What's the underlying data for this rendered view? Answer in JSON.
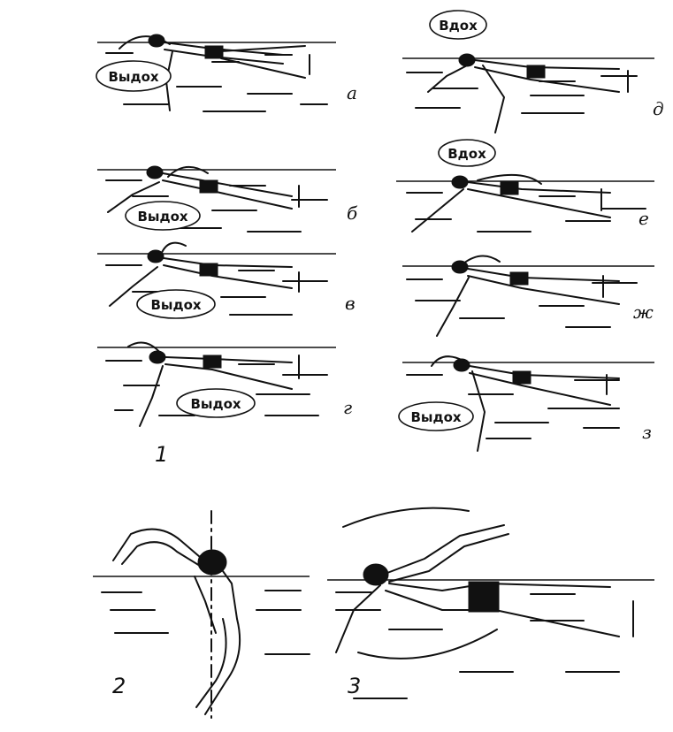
{
  "frames": [
    {
      "id": "a",
      "letter": "а",
      "bubble": "Выдох"
    },
    {
      "id": "b",
      "letter": "б",
      "bubble": "Выдох"
    },
    {
      "id": "v",
      "letter": "в",
      "bubble": "Выдох"
    },
    {
      "id": "g",
      "letter": "г",
      "bubble": "Выдох"
    },
    {
      "id": "d",
      "letter": "д",
      "bubble": "Вдох"
    },
    {
      "id": "e",
      "letter": "е",
      "bubble": "Вдох"
    },
    {
      "id": "zh",
      "letter": "ж",
      "bubble": ""
    },
    {
      "id": "z",
      "letter": "з",
      "bubble": "Выдох"
    }
  ],
  "groups": [
    {
      "id": "g1",
      "number": "1"
    },
    {
      "id": "g2",
      "number": "2"
    },
    {
      "id": "g3",
      "number": "3"
    }
  ]
}
